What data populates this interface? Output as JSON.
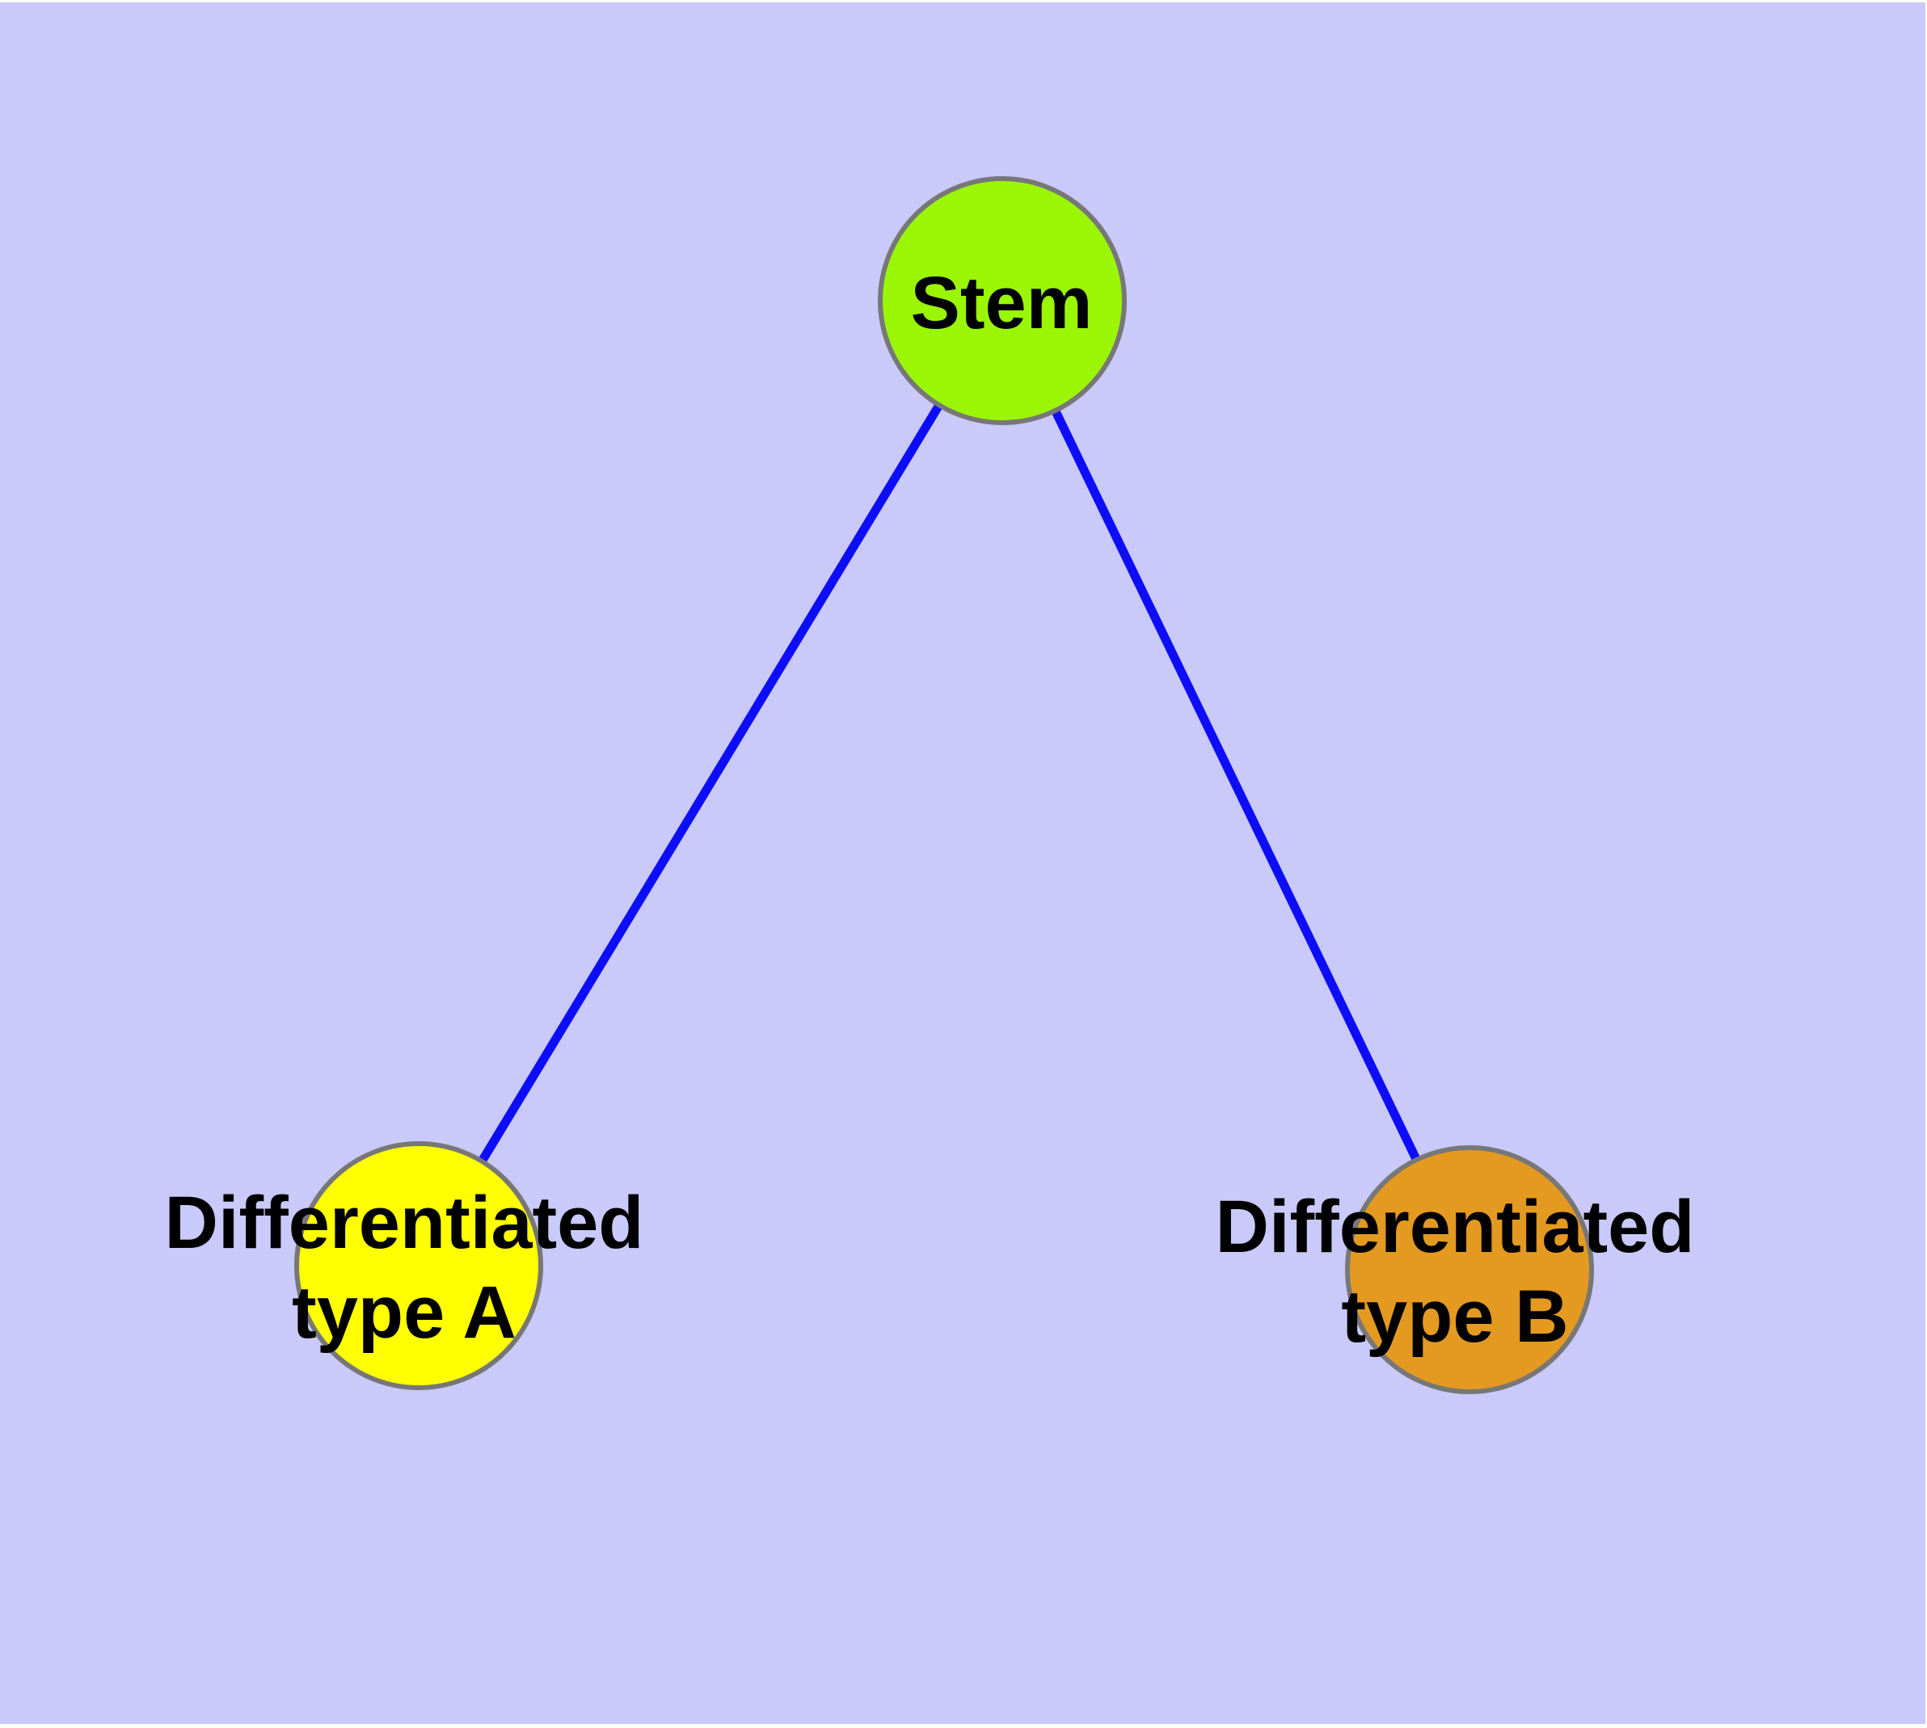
{
  "diagram": {
    "title": "",
    "background_color": "#C9C9FA",
    "page_margin_color": "#FFFFFF",
    "text_color": "#000000",
    "node_border_color": "#777777",
    "edge_color": "#0D0DFA",
    "nodes": [
      {
        "id": "stem",
        "label": "Stem",
        "label_lines": [
          "Stem"
        ],
        "color": "#9AF605",
        "shape": "circle"
      },
      {
        "id": "type-a",
        "label": "Differentiated type A",
        "label_lines": [
          "Differentiated",
          "type A"
        ],
        "color": "#FFFF00",
        "shape": "circle"
      },
      {
        "id": "type-b",
        "label": "Differentiated type B",
        "label_lines": [
          "Differentiated",
          "type B"
        ],
        "color": "#E49A20",
        "shape": "circle"
      }
    ],
    "edges": [
      {
        "from": "stem",
        "to": "type-a",
        "color": "#0D0DFA",
        "style": "solid"
      },
      {
        "from": "stem",
        "to": "type-b",
        "color": "#0D0DFA",
        "style": "solid"
      }
    ]
  }
}
